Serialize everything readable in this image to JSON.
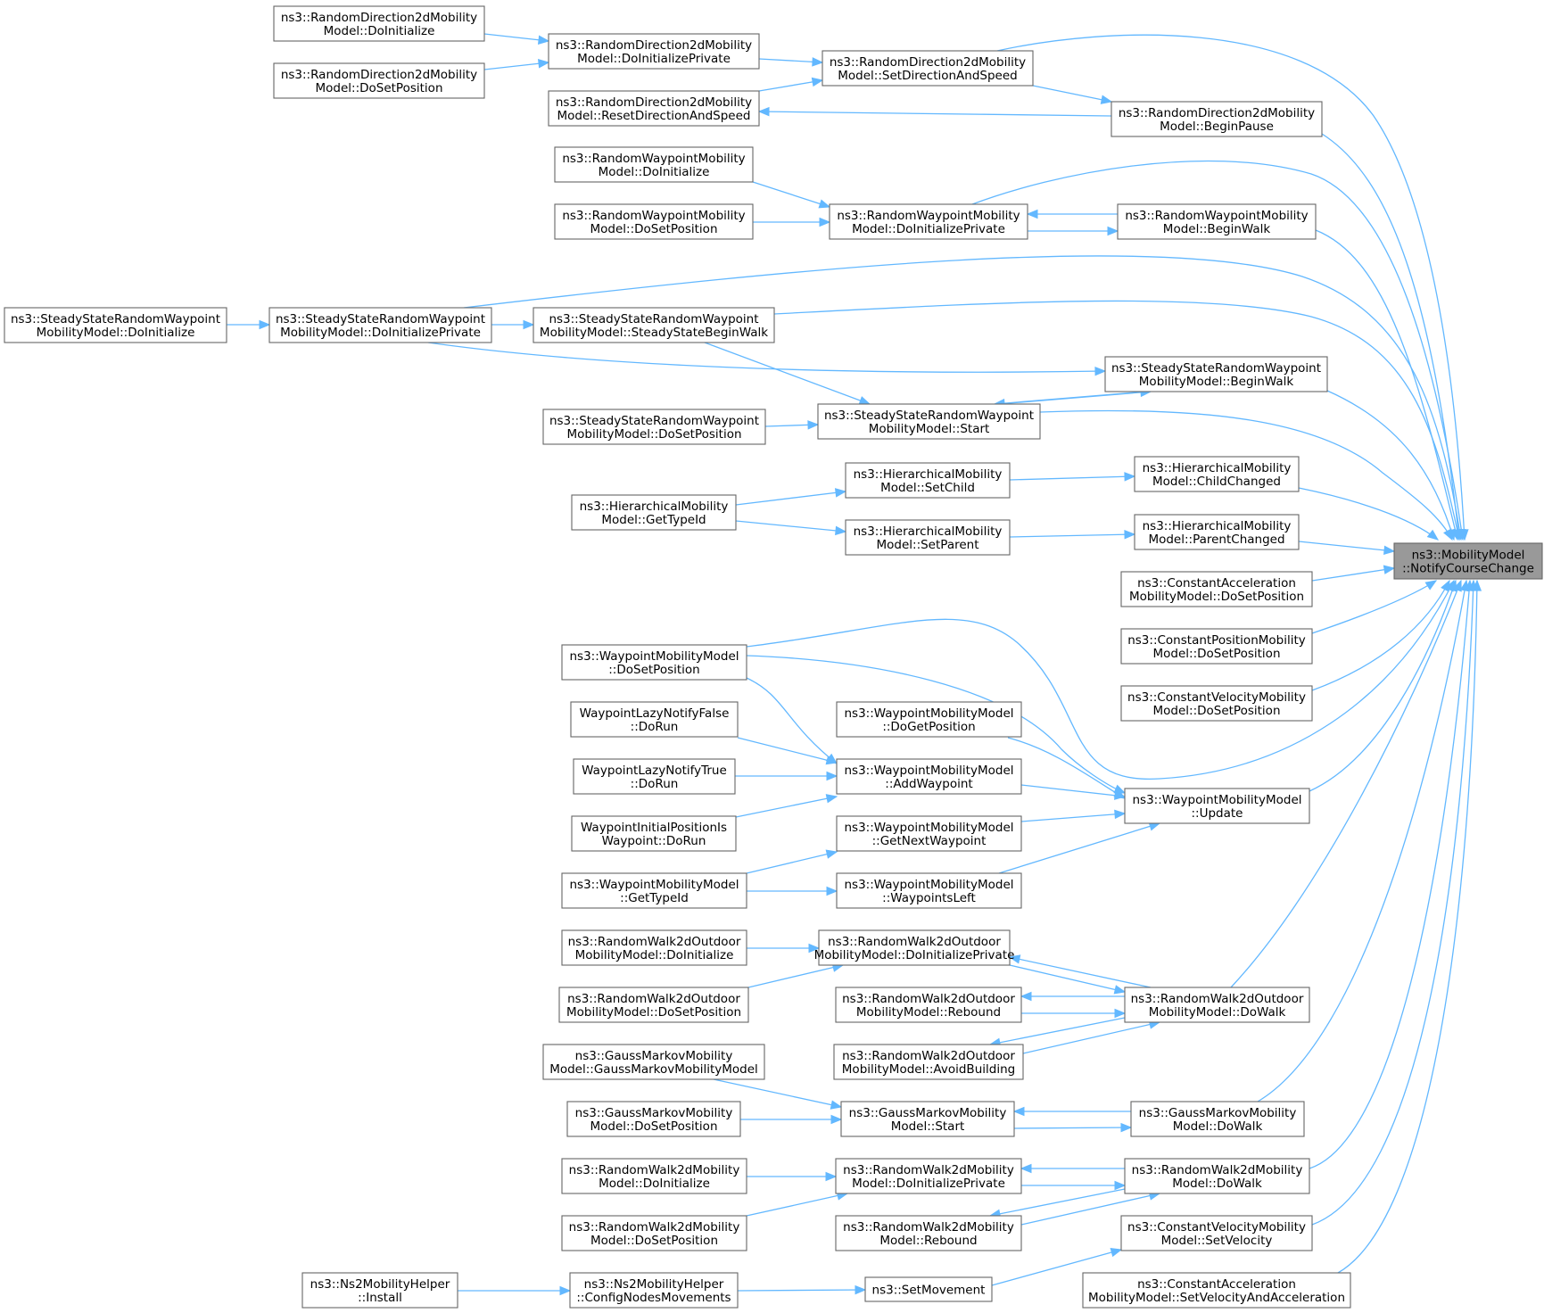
{
  "graph": {
    "colors": {
      "edge": "#63b8ff",
      "node_border": "#666666",
      "target_fill": "#999999"
    },
    "nodes": [
      {
        "id": "target",
        "lines": [
          "ns3::MobilityModel",
          "::NotifyCourseChange"
        ],
        "target": true
      },
      {
        "id": "rd_doinit",
        "lines": [
          "ns3::RandomDirection2dMobility",
          "Model::DoInitialize"
        ]
      },
      {
        "id": "rd_dosetpos",
        "lines": [
          "ns3::RandomDirection2dMobility",
          "Model::DoSetPosition"
        ]
      },
      {
        "id": "rd_doinitpriv",
        "lines": [
          "ns3::RandomDirection2dMobility",
          "Model::DoInitializePrivate"
        ]
      },
      {
        "id": "rd_reset",
        "lines": [
          "ns3::RandomDirection2dMobility",
          "Model::ResetDirectionAndSpeed"
        ]
      },
      {
        "id": "rd_setdir",
        "lines": [
          "ns3::RandomDirection2dMobility",
          "Model::SetDirectionAndSpeed"
        ]
      },
      {
        "id": "rd_beginpause",
        "lines": [
          "ns3::RandomDirection2dMobility",
          "Model::BeginPause"
        ]
      },
      {
        "id": "rw_doinit",
        "lines": [
          "ns3::RandomWaypointMobility",
          "Model::DoInitialize"
        ]
      },
      {
        "id": "rw_dosetpos",
        "lines": [
          "ns3::RandomWaypointMobility",
          "Model::DoSetPosition"
        ]
      },
      {
        "id": "rw_doinitpriv",
        "lines": [
          "ns3::RandomWaypointMobility",
          "Model::DoInitializePrivate"
        ]
      },
      {
        "id": "rw_beginwalk",
        "lines": [
          "ns3::RandomWaypointMobility",
          "Model::BeginWalk"
        ]
      },
      {
        "id": "ss_doinit",
        "lines": [
          "ns3::SteadyStateRandomWaypoint",
          "MobilityModel::DoInitialize"
        ]
      },
      {
        "id": "ss_doinitpriv",
        "lines": [
          "ns3::SteadyStateRandomWaypoint",
          "MobilityModel::DoInitializePrivate"
        ]
      },
      {
        "id": "ss_ssbeginwalk",
        "lines": [
          "ns3::SteadyStateRandomWaypoint",
          "MobilityModel::SteadyStateBeginWalk"
        ]
      },
      {
        "id": "ss_beginwalk",
        "lines": [
          "ns3::SteadyStateRandomWaypoint",
          "MobilityModel::BeginWalk"
        ]
      },
      {
        "id": "ss_dosetpos",
        "lines": [
          "ns3::SteadyStateRandomWaypoint",
          "MobilityModel::DoSetPosition"
        ]
      },
      {
        "id": "ss_start",
        "lines": [
          "ns3::SteadyStateRandomWaypoint",
          "MobilityModel::Start"
        ]
      },
      {
        "id": "h_setchild",
        "lines": [
          "ns3::HierarchicalMobility",
          "Model::SetChild"
        ]
      },
      {
        "id": "h_childchanged",
        "lines": [
          "ns3::HierarchicalMobility",
          "Model::ChildChanged"
        ]
      },
      {
        "id": "h_gettypeid",
        "lines": [
          "ns3::HierarchicalMobility",
          "Model::GetTypeId"
        ]
      },
      {
        "id": "h_setparent",
        "lines": [
          "ns3::HierarchicalMobility",
          "Model::SetParent"
        ]
      },
      {
        "id": "h_parentchanged",
        "lines": [
          "ns3::HierarchicalMobility",
          "Model::ParentChanged"
        ]
      },
      {
        "id": "ca_dosetpos",
        "lines": [
          "ns3::ConstantAcceleration",
          "MobilityModel::DoSetPosition"
        ]
      },
      {
        "id": "cp_dosetpos",
        "lines": [
          "ns3::ConstantPositionMobility",
          "Model::DoSetPosition"
        ]
      },
      {
        "id": "cv_dosetpos",
        "lines": [
          "ns3::ConstantVelocityMobility",
          "Model::DoSetPosition"
        ]
      },
      {
        "id": "wp_dosetpos",
        "lines": [
          "ns3::WaypointMobilityModel",
          "::DoSetPosition"
        ]
      },
      {
        "id": "wp_dogetpos",
        "lines": [
          "ns3::WaypointMobilityModel",
          "::DoGetPosition"
        ]
      },
      {
        "id": "wlnf",
        "lines": [
          "WaypointLazyNotifyFalse",
          "::DoRun"
        ]
      },
      {
        "id": "wp_addwp",
        "lines": [
          "ns3::WaypointMobilityModel",
          "::AddWaypoint"
        ]
      },
      {
        "id": "wlnt",
        "lines": [
          "WaypointLazyNotifyTrue",
          "::DoRun"
        ]
      },
      {
        "id": "wp_update",
        "lines": [
          "ns3::WaypointMobilityModel",
          "::Update"
        ]
      },
      {
        "id": "wipiw",
        "lines": [
          "WaypointInitialPositionIs",
          "Waypoint::DoRun"
        ]
      },
      {
        "id": "wp_getnext",
        "lines": [
          "ns3::WaypointMobilityModel",
          "::GetNextWaypoint"
        ]
      },
      {
        "id": "wp_gettypeid",
        "lines": [
          "ns3::WaypointMobilityModel",
          "::GetTypeId"
        ]
      },
      {
        "id": "wp_wpleft",
        "lines": [
          "ns3::WaypointMobilityModel",
          "::WaypointsLeft"
        ]
      },
      {
        "id": "ro_doinit",
        "lines": [
          "ns3::RandomWalk2dOutdoor",
          "MobilityModel::DoInitialize"
        ]
      },
      {
        "id": "ro_doinitpriv",
        "lines": [
          "ns3::RandomWalk2dOutdoor",
          "MobilityModel::DoInitializePrivate"
        ]
      },
      {
        "id": "ro_dosetpos",
        "lines": [
          "ns3::RandomWalk2dOutdoor",
          "MobilityModel::DoSetPosition"
        ]
      },
      {
        "id": "ro_rebound",
        "lines": [
          "ns3::RandomWalk2dOutdoor",
          "MobilityModel::Rebound"
        ]
      },
      {
        "id": "ro_dowalk",
        "lines": [
          "ns3::RandomWalk2dOutdoor",
          "MobilityModel::DoWalk"
        ]
      },
      {
        "id": "ro_avoid",
        "lines": [
          "ns3::RandomWalk2dOutdoor",
          "MobilityModel::AvoidBuilding"
        ]
      },
      {
        "id": "gm_ctor",
        "lines": [
          "ns3::GaussMarkovMobility",
          "Model::GaussMarkovMobilityModel"
        ]
      },
      {
        "id": "gm_dosetpos",
        "lines": [
          "ns3::GaussMarkovMobility",
          "Model::DoSetPosition"
        ]
      },
      {
        "id": "gm_start",
        "lines": [
          "ns3::GaussMarkovMobility",
          "Model::Start"
        ]
      },
      {
        "id": "gm_dowalk",
        "lines": [
          "ns3::GaussMarkovMobility",
          "Model::DoWalk"
        ]
      },
      {
        "id": "r2_doinit",
        "lines": [
          "ns3::RandomWalk2dMobility",
          "Model::DoInitialize"
        ]
      },
      {
        "id": "r2_doinitpriv",
        "lines": [
          "ns3::RandomWalk2dMobility",
          "Model::DoInitializePrivate"
        ]
      },
      {
        "id": "r2_dowalk",
        "lines": [
          "ns3::RandomWalk2dMobility",
          "Model::DoWalk"
        ]
      },
      {
        "id": "r2_dosetpos",
        "lines": [
          "ns3::RandomWalk2dMobility",
          "Model::DoSetPosition"
        ]
      },
      {
        "id": "r2_rebound",
        "lines": [
          "ns3::RandomWalk2dMobility",
          "Model::Rebound"
        ]
      },
      {
        "id": "cv_setvel",
        "lines": [
          "ns3::ConstantVelocityMobility",
          "Model::SetVelocity"
        ]
      },
      {
        "id": "ns2_install",
        "lines": [
          "ns3::Ns2MobilityHelper",
          "::Install"
        ]
      },
      {
        "id": "ns2_config",
        "lines": [
          "ns3::Ns2MobilityHelper",
          "::ConfigNodesMovements"
        ]
      },
      {
        "id": "setmovement",
        "lines": [
          "ns3::SetMovement"
        ]
      },
      {
        "id": "ca_setvel",
        "lines": [
          "ns3::ConstantAcceleration",
          "MobilityModel::SetVelocityAndAcceleration"
        ]
      }
    ]
  }
}
